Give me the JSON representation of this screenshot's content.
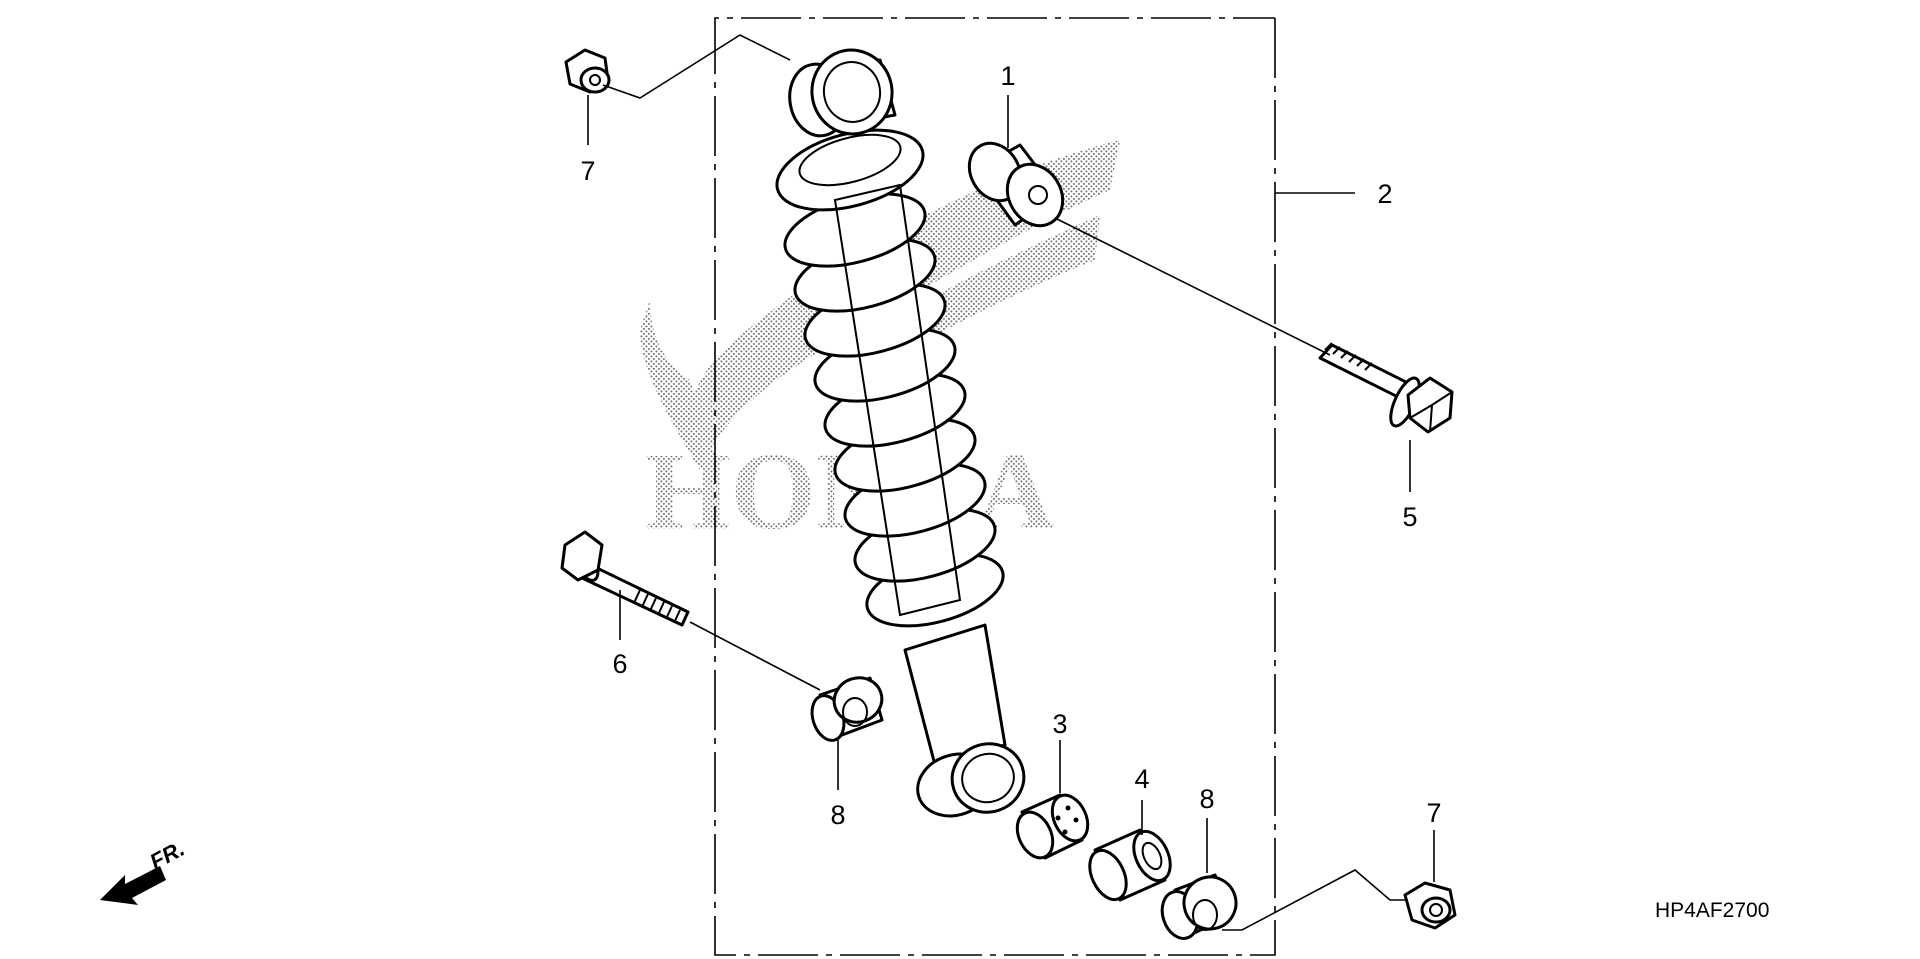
{
  "watermark": {
    "brand_text": "HONDA"
  },
  "diagram_code": "HP4AF2700",
  "front_indicator": {
    "label": "FR."
  },
  "callouts": {
    "c1": "1",
    "c2": "2",
    "c3": "3",
    "c4": "4",
    "c5": "5",
    "c6": "6",
    "c7a": "7",
    "c7b": "7",
    "c8a": "8",
    "c8b": "8"
  },
  "parts": {
    "shock_absorber": "shock-absorber",
    "rubber_bush": "rubber-bush",
    "needle_bearing": "needle-bearing",
    "collar": "collar",
    "flange_bolt_upper": "flange-bolt",
    "flange_bolt_lower": "flange-bolt",
    "flange_nut": "flange-nut",
    "dust_seal": "dust-seal"
  }
}
